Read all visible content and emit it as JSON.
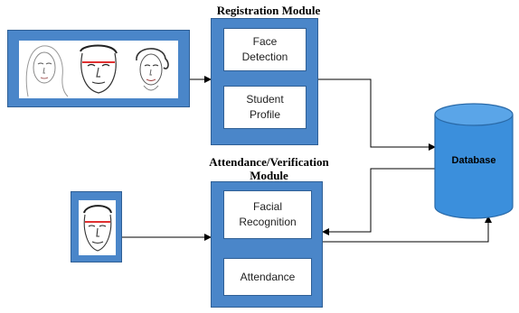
{
  "registration": {
    "title": "Registration Module",
    "box1": "Face Detection",
    "box2": "Student Profile"
  },
  "attendance": {
    "title": "Attendance/Verification Module",
    "box1": "Facial Recognition",
    "box2": "Attendance"
  },
  "database": {
    "label": "Database"
  },
  "colors": {
    "module_blue": "#4a86c9",
    "module_border": "#2f5f95",
    "db_blue": "#3b8fdc"
  },
  "icons": {
    "registration_faces": "three-face-sketches-icon",
    "attendance_face": "face-sketch-icon"
  }
}
